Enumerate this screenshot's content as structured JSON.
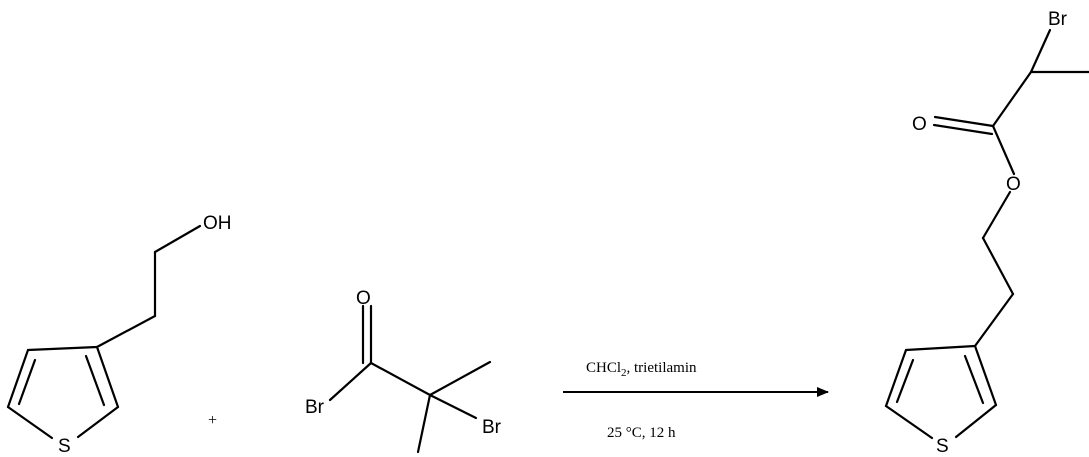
{
  "reactant1": {
    "labels": {
      "oh": "OH",
      "s": "S"
    }
  },
  "plus_sign": "+",
  "reactant2": {
    "labels": {
      "o": "O",
      "br_acyl": "Br",
      "br_alkyl": "Br"
    }
  },
  "conditions": {
    "reagent_prefix": "CHCl",
    "reagent_subscript": "2",
    "reagent_suffix": ", trietilamin",
    "temp_time": "25 °C, 12 h"
  },
  "product": {
    "labels": {
      "br": "Br",
      "o_carbonyl": "O",
      "o_ester": "O",
      "s": "S"
    }
  }
}
